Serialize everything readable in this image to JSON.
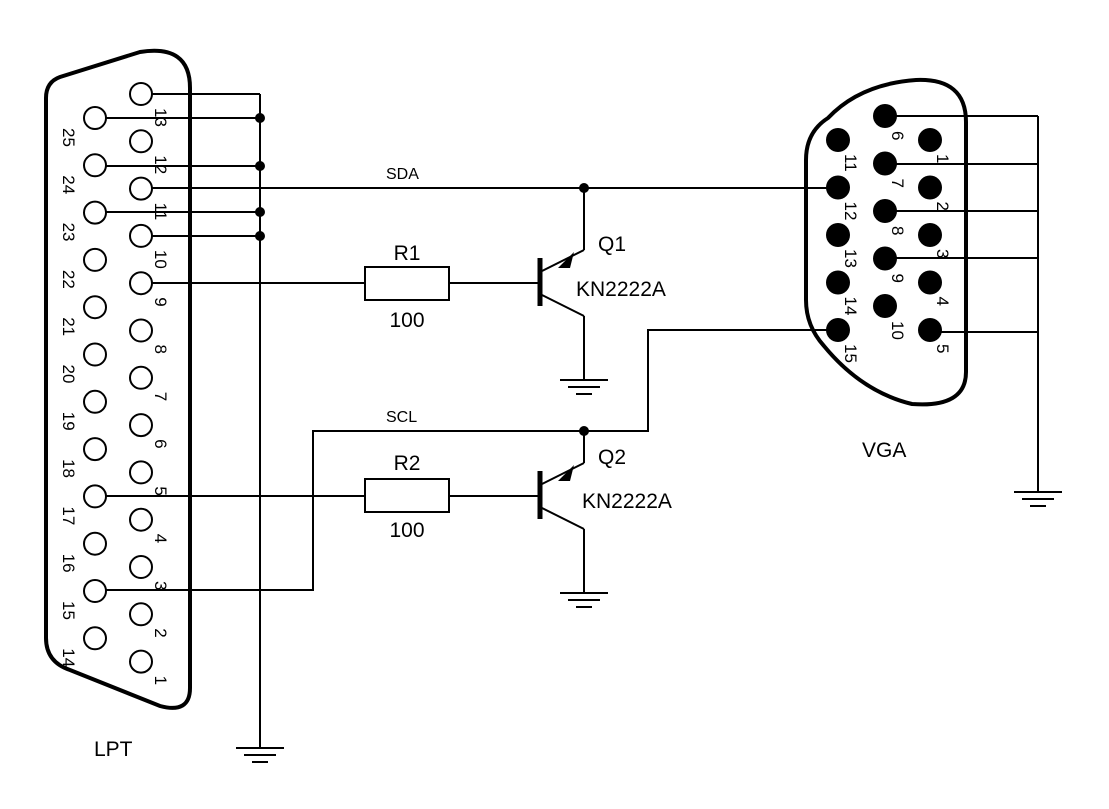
{
  "lpt": {
    "label": "LPT",
    "top_row_pins": [
      "13",
      "12",
      "11",
      "10",
      "9",
      "8",
      "7",
      "6",
      "5",
      "4",
      "3",
      "2",
      "1"
    ],
    "bottom_row_pins": [
      "25",
      "24",
      "23",
      "22",
      "21",
      "20",
      "19",
      "18",
      "17",
      "16",
      "15",
      "14"
    ]
  },
  "vga": {
    "label": "VGA",
    "pins": [
      "1",
      "2",
      "3",
      "4",
      "5",
      "6",
      "7",
      "8",
      "9",
      "10",
      "11",
      "12",
      "13",
      "14",
      "15"
    ]
  },
  "nets": {
    "sda": "SDA",
    "scl": "SCL"
  },
  "r1": {
    "ref": "R1",
    "value": "100"
  },
  "r2": {
    "ref": "R2",
    "value": "100"
  },
  "q1": {
    "ref": "Q1",
    "part": "KN2222A"
  },
  "q2": {
    "ref": "Q2",
    "part": "KN2222A"
  }
}
